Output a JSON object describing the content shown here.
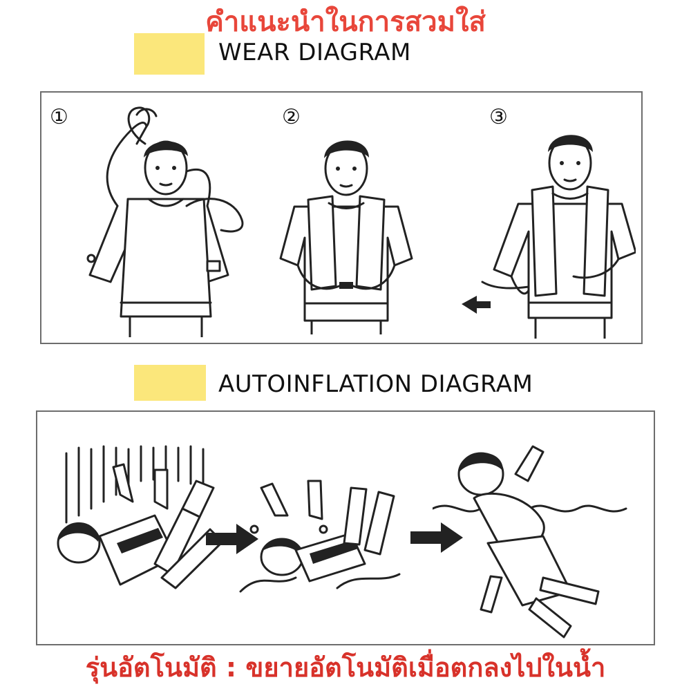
{
  "header": {
    "title_thai": "คำแนะนำในการสวมใส่",
    "accent_color": "#e8463a",
    "swatch_color": "#fbe77b"
  },
  "wear_section": {
    "label": "WEAR DIAGRAM",
    "steps": [
      {
        "number": "①",
        "icon": "person-putting-on-vest-icon"
      },
      {
        "number": "②",
        "icon": "person-buckling-vest-icon"
      },
      {
        "number": "③",
        "icon": "person-pulling-cord-icon"
      }
    ]
  },
  "autoinflation_section": {
    "label": "AUTOINFLATION DIAGRAM",
    "stages": [
      {
        "icon": "person-falling-icon"
      },
      {
        "icon": "arrow-right-icon"
      },
      {
        "icon": "person-entering-water-icon"
      },
      {
        "icon": "arrow-right-icon"
      },
      {
        "icon": "person-floating-inflated-vest-icon"
      }
    ]
  },
  "footer": {
    "caption_thai": "รุ่นอัตโนมัติ : ขยายอัตโนมัติเมื่อตกลงไปในน้ำ",
    "caption_color": "#d8322a"
  }
}
